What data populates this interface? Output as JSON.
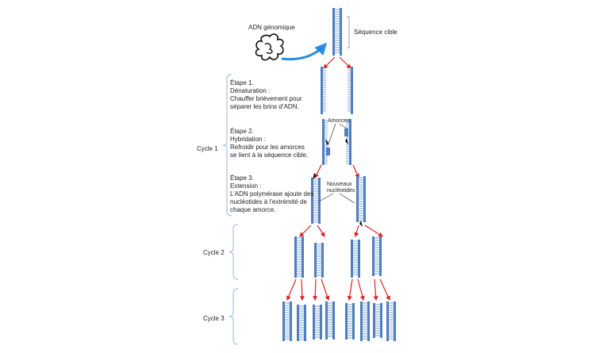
{
  "labels": {
    "genomic_dna": "ADN génomique",
    "target_sequence": "Séquence cible",
    "primers": "Amorces",
    "new_nucleotides_1": "Nouveaux",
    "new_nucleotides_2": "nucléotides"
  },
  "steps": [
    {
      "lines": [
        "Étape 1.",
        "Dénaturation :",
        "Chauffer brièvement pour",
        "séparer les brins d’ADN."
      ]
    },
    {
      "lines": [
        "Étape 2.",
        "Hybridation :",
        "Refroidir pour les amorces",
        "se lient à la séquence cible."
      ]
    },
    {
      "lines": [
        "Étape 3.",
        "Extension :",
        "L’ADN polymérase ajoute des",
        "nucléotides à l’extrémité de",
        "chaque amorce."
      ]
    }
  ],
  "cycles": {
    "cycle1": "Cycle 1",
    "cycle2": "Cycle 2",
    "cycle3": "Cycle 3"
  },
  "colors": {
    "dna": "#4f7fbf",
    "rung": "#8fb0dc",
    "arrow_red": "#e02020",
    "arrow_blue": "#2a8be0",
    "bracket": "#a9c1e0"
  }
}
